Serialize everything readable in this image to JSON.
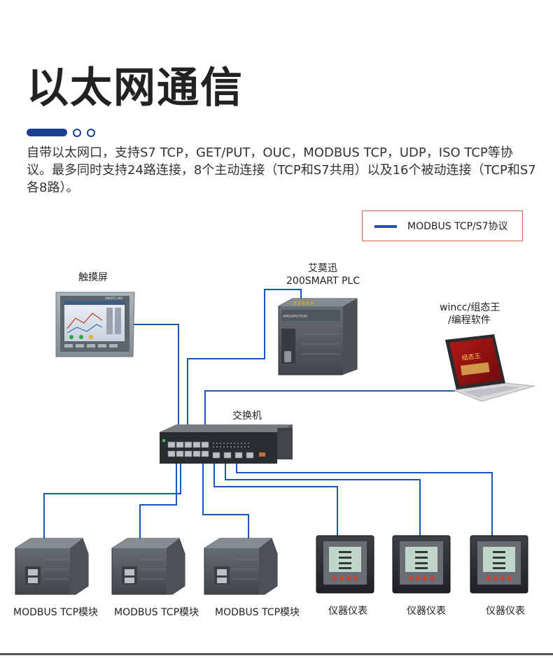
{
  "page": {
    "title": "以太网通信",
    "description": "自带以太网口，支持S7 TCP，GET/PUT，OUC，MODBUS TCP，UDP，ISO TCP等协议。最多同时支持24路连接，8个主动连接（TCP和S7共用）以及16个被动连接（TCP和S7各8路）。"
  },
  "legend": {
    "label": "MODBUS TCP/S7协议",
    "color": "#1a56b8"
  },
  "devices": {
    "hmi": "触摸屏",
    "plc_line1": "艾莫迅",
    "plc_line2": "200SMART PLC",
    "pc_line1": "wincc/组态王",
    "pc_line2": "/编程软件",
    "switch": "交换机",
    "module1": "MODBUS TCP模块",
    "module2": "MODBUS TCP模块",
    "module3": "MODBUS TCP模块",
    "meter1": "仪器仪表",
    "meter2": "仪器仪表",
    "meter3": "仪器仪表"
  },
  "device_text": {
    "hmi_brand": "SIMATIC HMI",
    "plc_brand": "AMSAMOTION",
    "laptop_screen": "组态王"
  }
}
